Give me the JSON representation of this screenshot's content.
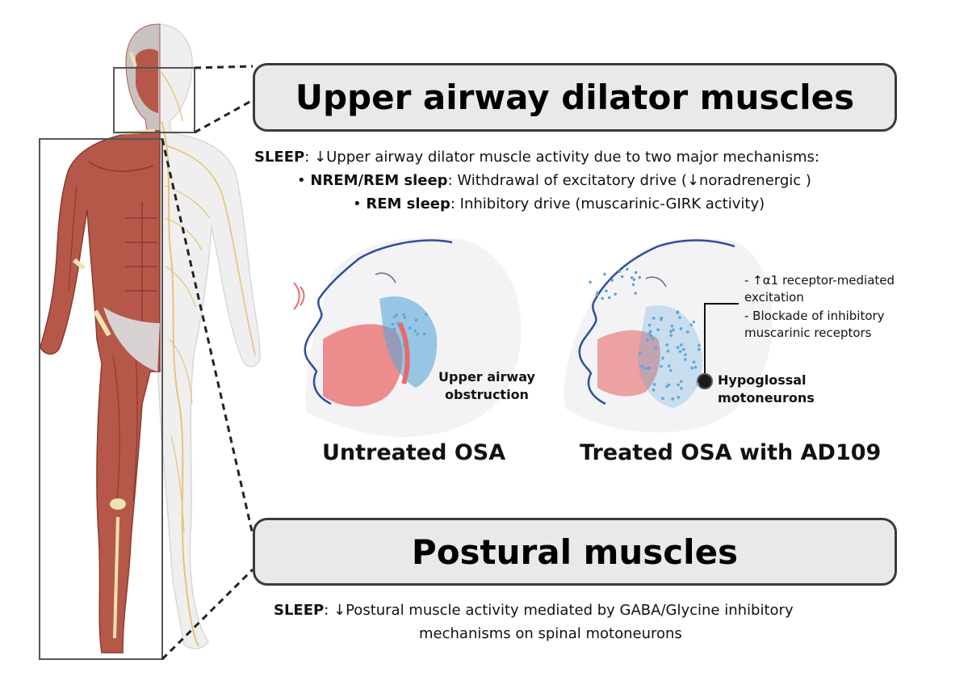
{
  "upper_box": {
    "title": "Upper airway dilator muscles"
  },
  "upper_text": {
    "sleep_label": "SLEEP",
    "line1": ": ↓Upper airway dilator muscle activity due to two major mechanisms:",
    "bullet1_bold": "NREM/REM sleep",
    "bullet1_rest": ": Withdrawal of excitatory drive (↓noradrenergic )",
    "bullet2_bold": "REM sleep",
    "bullet2_rest": ": Inhibitory drive (muscarinic-GIRK activity)"
  },
  "untreated": {
    "label": "Upper airway obstruction",
    "caption": "Untreated OSA"
  },
  "treated": {
    "note1": "- ↑α1 receptor-mediated excitation",
    "note2": "- Blockade of inhibitory muscarinic receptors",
    "label": "Hypoglossal motoneurons",
    "caption": "Treated OSA with AD109"
  },
  "postural_box": {
    "title": "Postural muscles"
  },
  "postural_text": {
    "sleep_label": "SLEEP",
    "line1": ": ↓Postural muscle activity mediated by GABA/Glycine inhibitory",
    "line2": "mechanisms on spinal motoneurons"
  },
  "colors": {
    "muscle": "#b5584a",
    "muscle_dark": "#8c3a30",
    "nerve": "#e8c27a",
    "airway_red": "#e86a6a",
    "airway_blue": "#5aa7d8",
    "box_fill": "#e9e9e9",
    "box_border": "#3a3a3a"
  }
}
